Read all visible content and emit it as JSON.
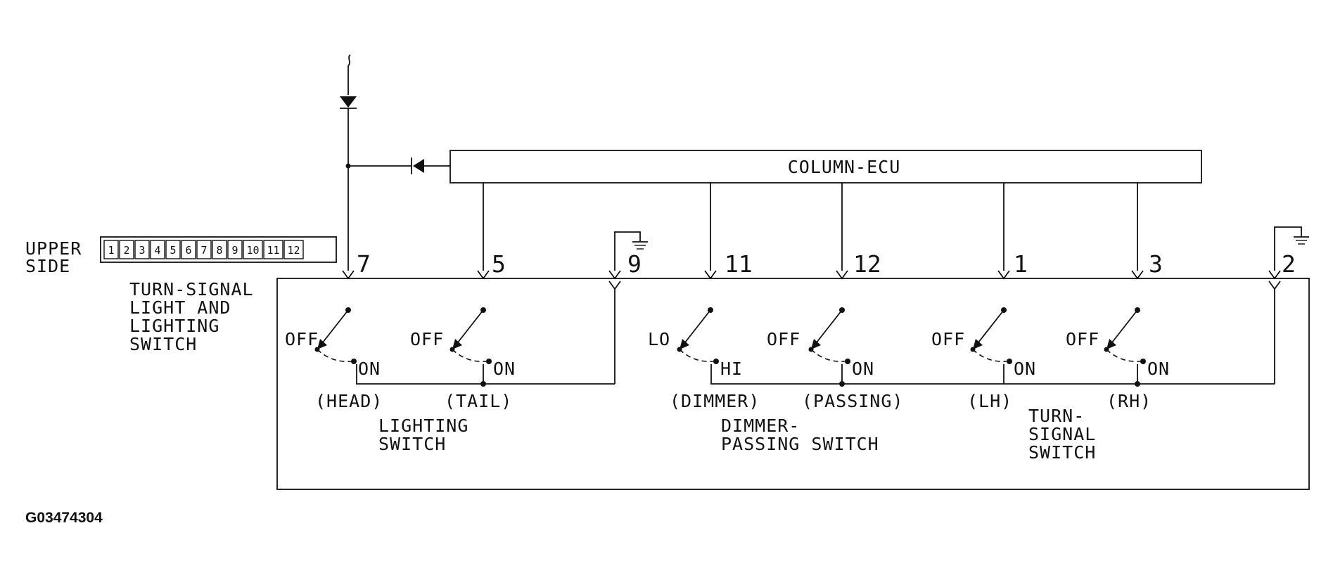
{
  "ecu": {
    "label": "COLUMN-ECU"
  },
  "connector": {
    "label_line1": "UPPER",
    "label_line2": "SIDE",
    "pins": [
      "1",
      "2",
      "3",
      "4",
      "5",
      "6",
      "7",
      "8",
      "9",
      "10",
      "11",
      "12"
    ]
  },
  "switch_title": [
    "TURN-SIGNAL",
    "LIGHT AND",
    "LIGHTING",
    "SWITCH"
  ],
  "terminals": [
    "7",
    "5",
    "9",
    "11",
    "12",
    "1",
    "3",
    "2"
  ],
  "contacts": {
    "head": {
      "left": "OFF",
      "right": "ON",
      "name": "(HEAD)"
    },
    "tail": {
      "left": "OFF",
      "right": "ON",
      "name": "(TAIL)"
    },
    "dimmer": {
      "left": "LO",
      "right": "HI",
      "name": "(DIMMER)"
    },
    "passing": {
      "left": "OFF",
      "right": "ON",
      "name": "(PASSING)"
    },
    "lh": {
      "left": "OFF",
      "right": "ON",
      "name": "(LH)"
    },
    "rh": {
      "left": "OFF",
      "right": "ON",
      "name": "(RH)"
    }
  },
  "groups": {
    "lighting": [
      "LIGHTING",
      "SWITCH"
    ],
    "dimmer_passing": [
      "DIMMER-",
      "PASSING SWITCH"
    ],
    "turn_signal": [
      "TURN-",
      "SIGNAL",
      "SWITCH"
    ]
  },
  "figure_id": "G03474304"
}
